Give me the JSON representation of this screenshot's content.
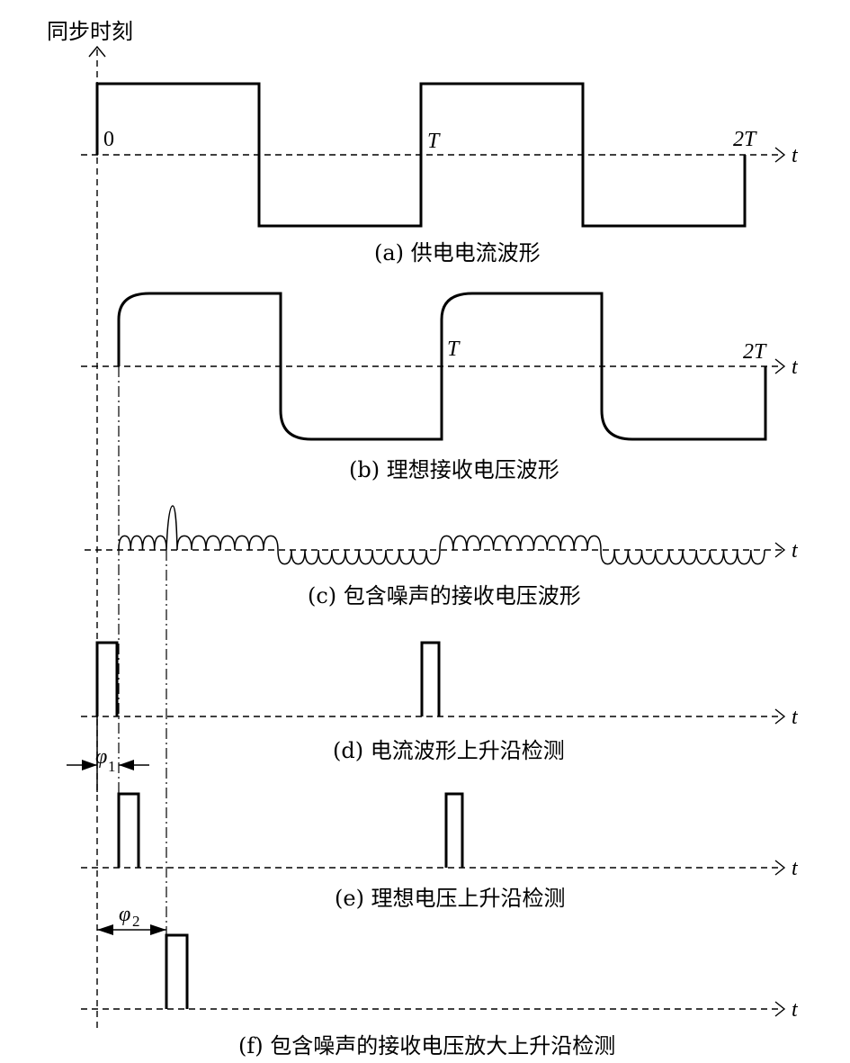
{
  "sync_axis": {
    "label": "同步时刻"
  },
  "panels": [
    {
      "id": "a",
      "caption": "(a) 供电电流波形",
      "axis_label": "t",
      "ticks": [
        "0",
        "T",
        "2T"
      ],
      "shape": "square-wave"
    },
    {
      "id": "b",
      "caption": "(b) 理想接收电压波形",
      "axis_label": "t",
      "ticks": [
        "T",
        "2T"
      ],
      "shape": "square-wave-rounded-delayed"
    },
    {
      "id": "c",
      "caption": "(c) 包含噪声的接收电压波形",
      "axis_label": "t",
      "shape": "noisy-wave-with-spike"
    },
    {
      "id": "d",
      "caption": "(d) 电流波形上升沿检测",
      "axis_label": "t",
      "shape": "pulses",
      "dimension": {
        "symbol": "φ",
        "subscript": "1"
      }
    },
    {
      "id": "e",
      "caption": "(e) 理想电压上升沿检测",
      "axis_label": "t",
      "shape": "pulses",
      "dimension": {
        "symbol": "φ",
        "subscript": "2"
      }
    },
    {
      "id": "f",
      "caption": "(f) 包含噪声的接收电压放大上升沿检测",
      "axis_label": "t",
      "shape": "single-pulse"
    }
  ]
}
